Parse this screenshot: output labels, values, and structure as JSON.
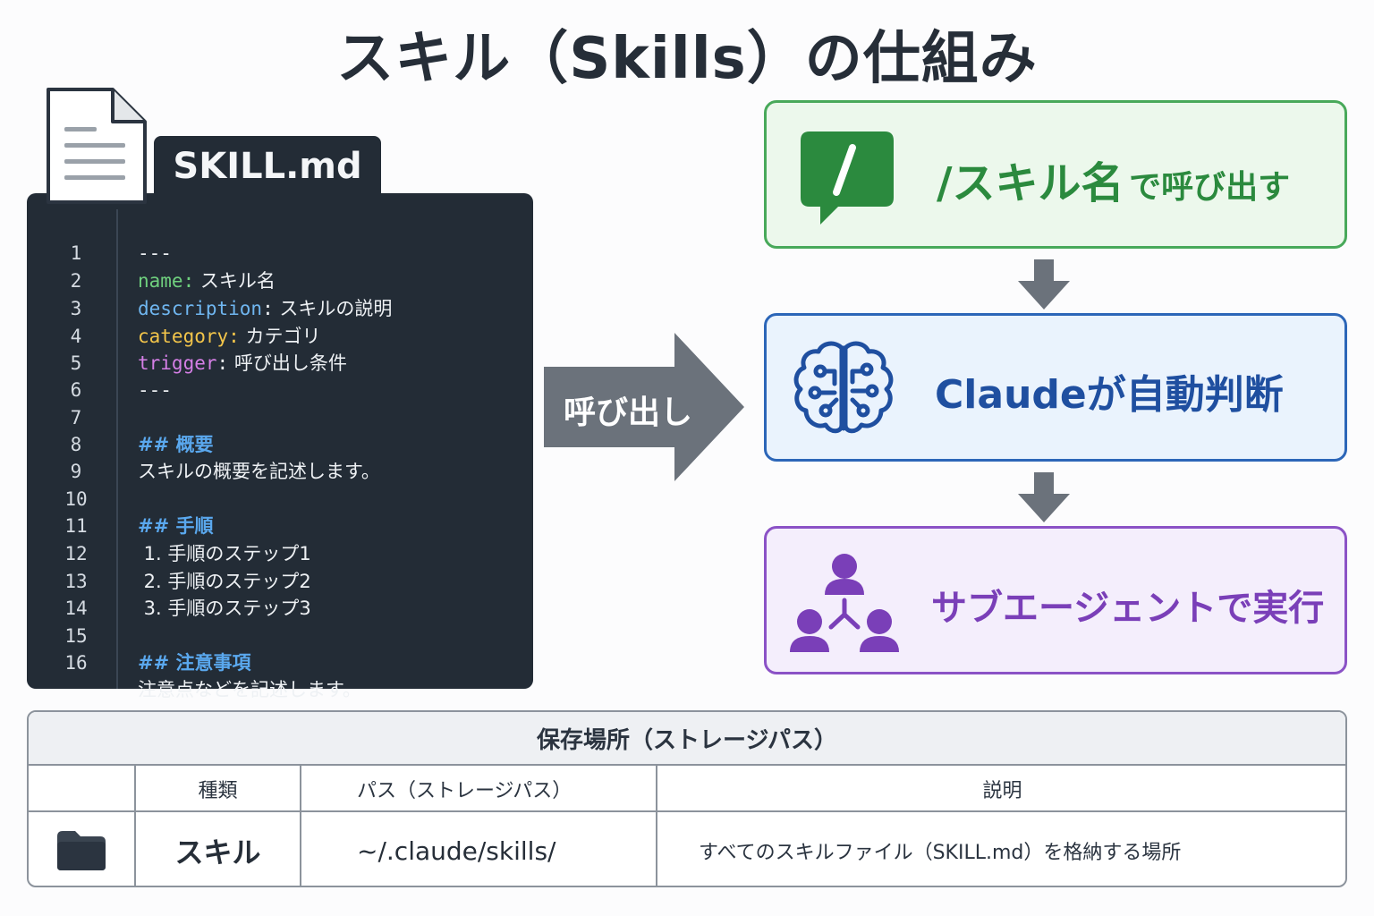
{
  "title": "スキル（Skills）の仕組み",
  "file": {
    "name": "SKILL.md",
    "icon": "document-icon"
  },
  "code_lines": [
    {
      "num": "1",
      "text": "---"
    },
    {
      "num": "2",
      "key": "name:",
      "value": " スキル名"
    },
    {
      "num": "3",
      "key": "description",
      "colon": ":",
      "value": " スキルの説明"
    },
    {
      "num": "4",
      "key": "category:",
      "value": " カテゴリ"
    },
    {
      "num": "5",
      "key": "trigger",
      "colon": ":",
      "value": " 呼び出し条件"
    },
    {
      "num": "6",
      "text": "---"
    },
    {
      "num": "7",
      "text": ""
    },
    {
      "num": "8",
      "heading": "## 概要"
    },
    {
      "num": "9",
      "text": "スキルの概要を記述します。"
    },
    {
      "num": "10",
      "text": ""
    },
    {
      "num": "11",
      "heading": "## 手順"
    },
    {
      "num": "12",
      "text": " 1. 手順のステップ1"
    },
    {
      "num": "13",
      "text": " 2. 手順のステップ2"
    },
    {
      "num": "14",
      "text": " 3. 手順のステップ3"
    },
    {
      "num": "15",
      "text": ""
    },
    {
      "num": "16",
      "heading": "## 注意事項"
    },
    {
      "num": "",
      "text": "注意点などを記述します。"
    }
  ],
  "arrow_label": "呼び出し",
  "flow": {
    "step1": {
      "main": "/スキル名",
      "sub": "で呼び出す",
      "icon": "slash-command-icon"
    },
    "step2": {
      "main": "Claudeが自動判断",
      "icon": "brain-icon"
    },
    "step3": {
      "main": "サブエージェントで実行",
      "icon": "team-agents-icon"
    }
  },
  "table": {
    "title": "保存場所（ストレージパス）",
    "headers": [
      "種類",
      "パス（ストレージパス）",
      "説明"
    ],
    "row": {
      "icon": "folder-icon",
      "type": "スキル",
      "path": "~/.claude/skills/",
      "description": "すべてのスキルファイル（SKILL.md）を格納する場所"
    }
  },
  "colors": {
    "code_bg": "#232c36",
    "green": "#2b8a3e",
    "blue": "#1f4fa0",
    "purple": "#7a3fb8",
    "arrow_gray": "#6b727b"
  }
}
